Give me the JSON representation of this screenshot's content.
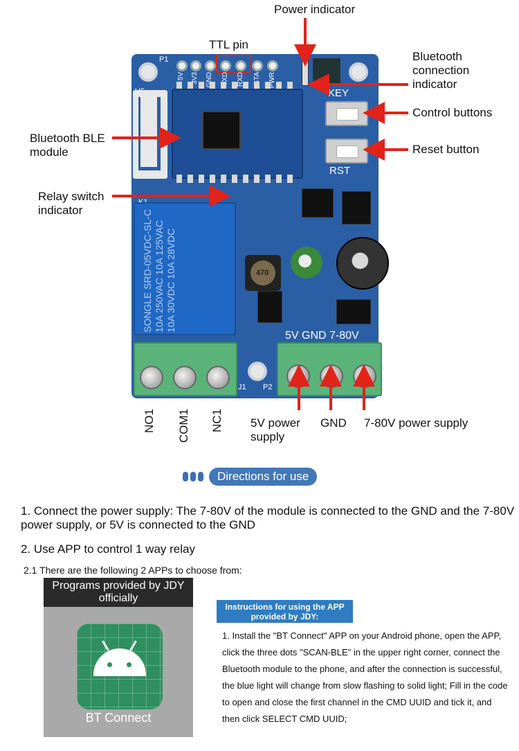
{
  "callouts": {
    "power_indicator": "Power indicator",
    "ttl_pin": "TTL pin",
    "bluetooth_connection_indicator": "Bluetooth connection indicator",
    "control_buttons": "Control buttons",
    "reset_button": "Reset button",
    "bluetooth_ble_module": "Bluetooth BLE module",
    "relay_switch_indicator": "Relay switch indicator",
    "no1": "NO1",
    "com1": "COM1",
    "nc1": "NC1",
    "supply_5v": "5V power supply",
    "gnd": "GND",
    "supply_7_80v": "7-80V power supply"
  },
  "board_labels": {
    "p1": "P1",
    "u5": "U5",
    "k1": "K1",
    "key": "KEY",
    "rst": "RST",
    "pins": [
      "5V",
      "3V3",
      "GND",
      "TXD",
      "RXD",
      "STA",
      "PWR"
    ],
    "power_terminal": "5V GND 7-80V",
    "j1": "J1",
    "p2": "P2",
    "relay_brand": "SONGLE",
    "relay_model": "SRD-05VDC-SL-C",
    "relay_rating": "10A 250VAC 10A 125VAC 10A 30VDC 10A 28VDC",
    "inductor": "470"
  },
  "directions": {
    "title": "Directions for use"
  },
  "steps": {
    "step1": "1. Connect the power supply: The 7-80V of the module is connected to the GND and the 7-80V power supply, or 5V is connected to the GND",
    "step2": "2. Use APP to control 1 way relay",
    "step2_1": "2.1 There are the following 2 APPs to choose from:"
  },
  "app_card": {
    "header": "Programs provided by JDY officially",
    "app_name": "BT Connect",
    "icon": "android-robot-icon"
  },
  "instructions": {
    "header": "Instructions for using the APP provided by JDY:",
    "body": "1. Install the \"BT Connect\" APP on your Android phone, open the APP, click the three dots \"SCAN-BLE\" in the upper right corner, connect the Bluetooth module to the phone, and after the connection is successful, the blue light will change from slow flashing to solid light; Fill in the code to open and close the first channel in the CMD UUID and tick it, and then click SELECT CMD UUID;"
  },
  "colors": {
    "pcb": "#2a5fa6",
    "arrow": "#e2231a",
    "pill": "#4277b8",
    "instr_header": "#2f7cc2"
  }
}
